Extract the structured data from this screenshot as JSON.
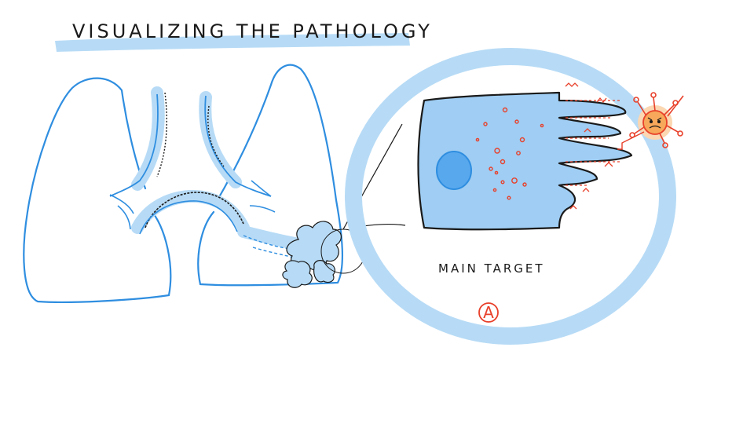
{
  "title": "VISUALIZING THE PATHOLOGY",
  "labels": {
    "main_target": "MAIN TARGET",
    "badge": "A"
  },
  "colors": {
    "highlight_blue": "#b7dbf6",
    "outline_blue": "#2f8ee0",
    "cell_fill": "#9fcdf3",
    "nucleus_fill": "#58a8ee",
    "ink": "#1a1a1a",
    "red_accent": "#e8402a",
    "virus_fill": "#f7a85a"
  },
  "icons": {
    "virus": "virus-icon",
    "lungs": "lungs-icon",
    "cell": "cell-icon"
  }
}
